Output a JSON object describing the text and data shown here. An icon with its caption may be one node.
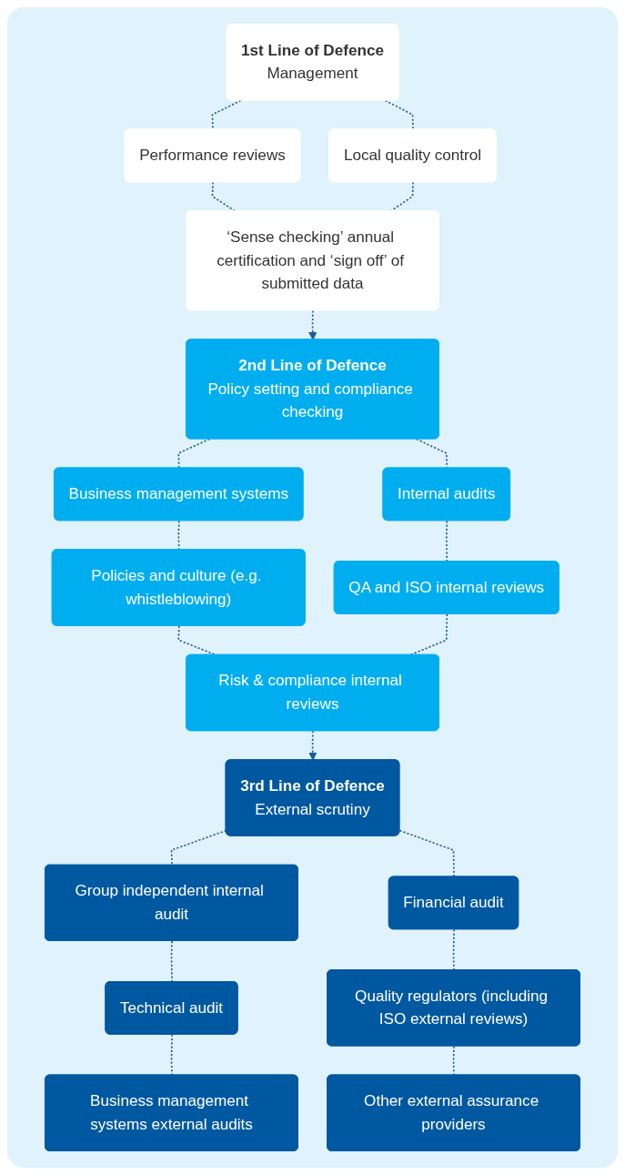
{
  "diagram": {
    "nodes": [
      {
        "text": [
          "1st Line of Defence",
          "Management"
        ]
      },
      {
        "text": [
          "Performance reviews"
        ]
      },
      {
        "text": [
          "Local quality control"
        ]
      },
      {
        "text": [
          "‘Sense checking’ annual certification and ‘sign off’ of submitted data"
        ]
      },
      {
        "text": [
          "2nd Line of Defence",
          "Policy setting and compliance checking"
        ]
      },
      {
        "text": [
          "Business management systems"
        ]
      },
      {
        "text": [
          "Internal audits"
        ]
      },
      {
        "text": [
          "Policies and culture (e.g. whistleblowing)"
        ]
      },
      {
        "text": [
          "QA and ISO internal reviews"
        ]
      },
      {
        "text": [
          "Risk & compliance internal reviews"
        ]
      },
      {
        "text": [
          "3rd Line of Defence",
          "External scrutiny"
        ]
      },
      {
        "text": [
          "Group independent internal audit"
        ]
      },
      {
        "text": [
          "Financial audit"
        ]
      },
      {
        "text": [
          "Technical audit"
        ]
      },
      {
        "text": [
          "Quality regulators (including ISO external reviews)"
        ]
      },
      {
        "text": [
          "Business management systems external audits"
        ]
      },
      {
        "text": [
          "Other external assurance providers"
        ]
      }
    ],
    "edges": [
      {
        "from": 0,
        "to": 1,
        "arrow": "none",
        "style": "dashed"
      },
      {
        "from": 0,
        "to": 2,
        "arrow": "none",
        "style": "dashed"
      },
      {
        "from": 1,
        "to": 3,
        "arrow": "none",
        "style": "dashed"
      },
      {
        "from": 2,
        "to": 3,
        "arrow": "none",
        "style": "dashed"
      },
      {
        "from": 3,
        "to": 4,
        "arrow": "to",
        "style": "dashed"
      },
      {
        "from": 4,
        "to": 5,
        "arrow": "none",
        "style": "dashed"
      },
      {
        "from": 4,
        "to": 6,
        "arrow": "none",
        "style": "dashed"
      },
      {
        "from": 5,
        "to": 7,
        "arrow": "none",
        "style": "dashed"
      },
      {
        "from": 6,
        "to": 8,
        "arrow": "none",
        "style": "dashed"
      },
      {
        "from": 7,
        "to": 9,
        "arrow": "none",
        "style": "dashed"
      },
      {
        "from": 8,
        "to": 9,
        "arrow": "none",
        "style": "dashed"
      },
      {
        "from": 9,
        "to": 10,
        "arrow": "to",
        "style": "dashed"
      },
      {
        "from": 10,
        "to": 11,
        "arrow": "none",
        "style": "dashed"
      },
      {
        "from": 10,
        "to": 12,
        "arrow": "none",
        "style": "dashed"
      },
      {
        "from": 11,
        "to": 13,
        "arrow": "none",
        "style": "dashed"
      },
      {
        "from": 12,
        "to": 14,
        "arrow": "none",
        "style": "dashed"
      },
      {
        "from": 13,
        "to": 15,
        "arrow": "none",
        "style": "dashed"
      },
      {
        "from": 14,
        "to": 16,
        "arrow": "none",
        "style": "dashed"
      }
    ]
  }
}
